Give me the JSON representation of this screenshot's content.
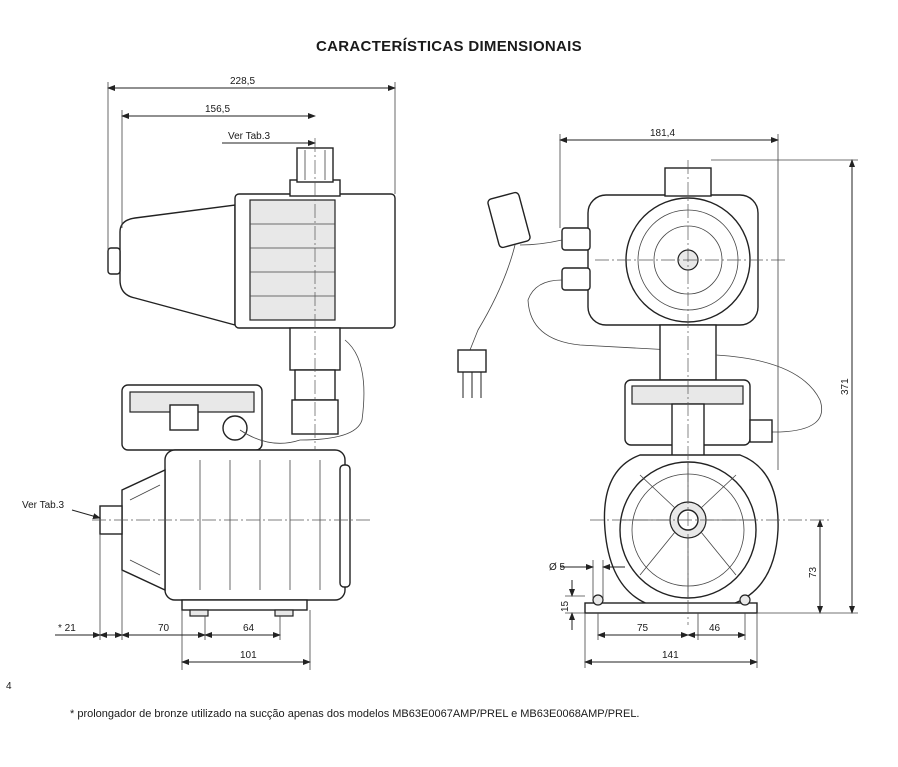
{
  "title": "CARACTERÍSTICAS DIMENSIONAIS",
  "dimensions": {
    "total_length": "228,5",
    "head_length": "156,5",
    "ref_top": "Ver Tab.3",
    "ref_side": "Ver Tab.3",
    "ext_21": "* 21",
    "base_70": "70",
    "base_64": "64",
    "base_101": "101",
    "width_181": "181,4",
    "height_371": "371",
    "height_73": "73",
    "hole_5": "Ø 5",
    "base_15": "15",
    "base_75": "75",
    "base_46": "46",
    "base_141": "141"
  },
  "page_number": "4",
  "footnote": "* prolongador de bronze utilizado na sucção apenas dos modelos MB63E0067AMP/PREL e MB63E0068AMP/PREL."
}
